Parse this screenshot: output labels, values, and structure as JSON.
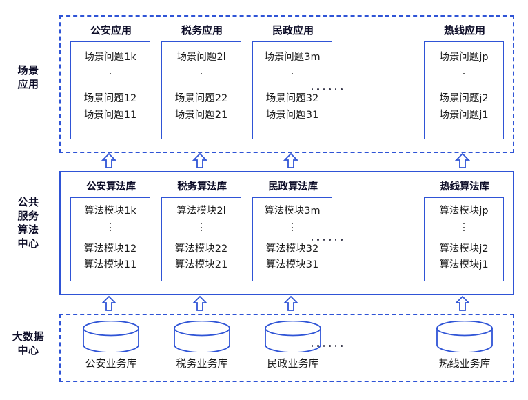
{
  "diagram": {
    "title_alt": "政务大数据算法中心分层架构图",
    "accent_color": "#2f54d6",
    "text_color": "#1a1a1a",
    "ellipsis": "……"
  },
  "rows": {
    "scene": {
      "side_label": "场景\n应用",
      "side_label_line1": "场景",
      "side_label_line2": "应用",
      "border_style": "dashed",
      "columns": [
        {
          "title": "公安应用",
          "items": {
            "top": "场景问题1k",
            "mid": "场景问题12",
            "bottom": "场景问题11"
          }
        },
        {
          "title": "税务应用",
          "items": {
            "top": "场景问题2l",
            "mid": "场景问题22",
            "bottom": "场景问题21"
          }
        },
        {
          "title": "民政应用",
          "items": {
            "top": "场景问题3m",
            "mid": "场景问题32",
            "bottom": "场景问题31"
          }
        },
        {
          "title": "热线应用",
          "items": {
            "top": "场景问题jp",
            "mid": "场景问题j2",
            "bottom": "场景问题j1"
          }
        }
      ]
    },
    "algorithm": {
      "side_label_line1": "公共",
      "side_label_line2": "服务",
      "side_label_line3": "算法",
      "side_label_line4": "中心",
      "border_style": "solid",
      "columns": [
        {
          "title": "公安算法库",
          "items": {
            "top": "算法模块1k",
            "mid": "算法模块12",
            "bottom": "算法模块11"
          }
        },
        {
          "title": "税务算法库",
          "items": {
            "top": "算法模块2l",
            "mid": "算法模块22",
            "bottom": "算法模块21"
          }
        },
        {
          "title": "民政算法库",
          "items": {
            "top": "算法模块3m",
            "mid": "算法模块32",
            "bottom": "算法模块31"
          }
        },
        {
          "title": "热线算法库",
          "items": {
            "top": "算法模块jp",
            "mid": "算法模块j2",
            "bottom": "算法模块j1"
          }
        }
      ]
    },
    "data_center": {
      "side_label_line1": "大数据",
      "side_label_line2": "中心",
      "border_style": "dashed",
      "columns": [
        {
          "label": "公安业务库",
          "icon": "database-cylinder-icon"
        },
        {
          "label": "税务业务库",
          "icon": "database-cylinder-icon"
        },
        {
          "label": "民政业务库",
          "icon": "database-cylinder-icon"
        },
        {
          "label": "热线业务库",
          "icon": "database-cylinder-icon"
        }
      ]
    }
  },
  "arrows": {
    "icon": "arrow-up-icon",
    "from_algorithm_to_scene_count": 4,
    "from_data_to_algorithm_count": 4
  }
}
